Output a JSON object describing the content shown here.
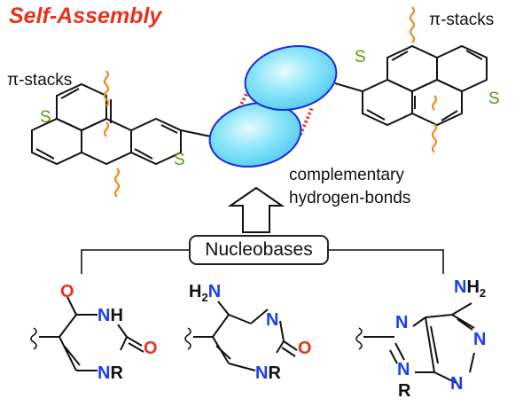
{
  "title": "Self-Assembly",
  "labels": {
    "pi_stacks_left": "π-stacks",
    "pi_stacks_right": "π-stacks",
    "hbond_line1": "complementary",
    "hbond_line2": "hydrogen-bonds",
    "nucleobases": "Nucleobases"
  },
  "atoms": {
    "sulfur": "S",
    "oxygen": "O",
    "nitrogen": "N",
    "nh": "NH",
    "nr": "NR",
    "r": "R",
    "h2n": "H2N",
    "nh2": "NH2"
  },
  "colors": {
    "title": "#e8321e",
    "sulfur": "#5a9a10",
    "oxygen": "#e8321e",
    "nitrogen": "#1e3cf0",
    "wavy": "#f08c1e",
    "ellipse_fill": "#8ee6fa",
    "ellipse_stroke": "#1a28e0",
    "hbond": "#e02020"
  }
}
